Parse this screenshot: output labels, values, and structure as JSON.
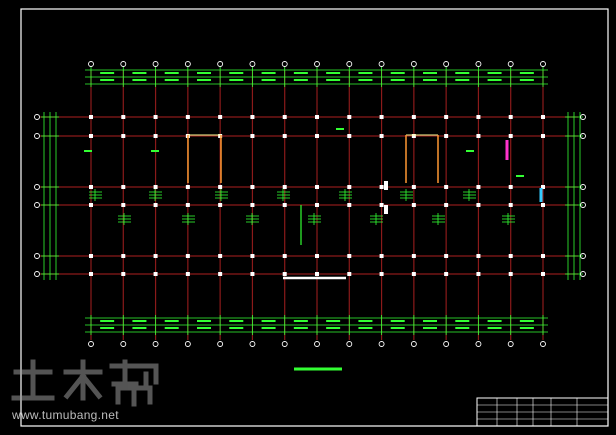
{
  "drawing": {
    "grid": {
      "vertical_axes": 15,
      "horizontal_axes": 6
    },
    "colors": {
      "background": "#000000",
      "frame": "#ffffff",
      "axis": "#8b1a1a",
      "dimension": "#33ff33",
      "column": "#ffffff",
      "beam_accent": "#ff9933",
      "magenta_accent": "#ff33cc",
      "cyan_accent": "#33ccff",
      "scale_bar": "#33ff33"
    }
  },
  "watermark": {
    "logo_text": "土木帮",
    "url": "www.tumubang.net"
  },
  "title_block": {
    "rows": 4,
    "cols": 6
  }
}
